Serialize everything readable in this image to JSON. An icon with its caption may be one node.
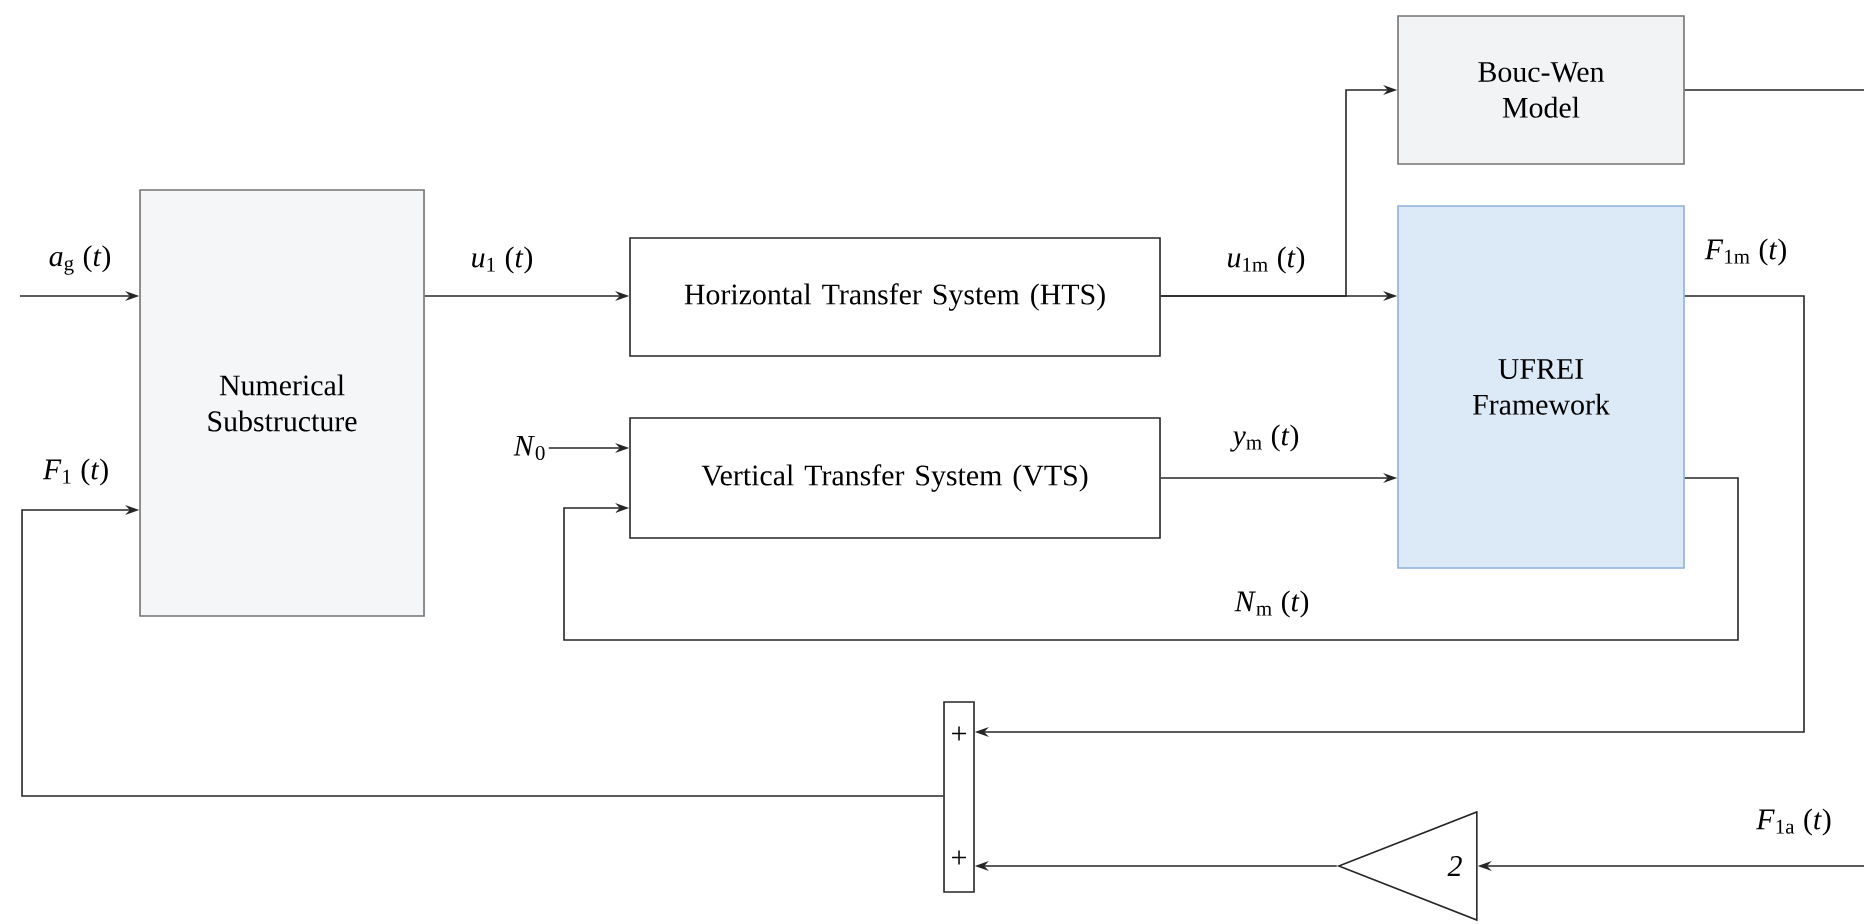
{
  "diagram": {
    "nodes": [
      {
        "text": [
          "Numerical Substructure"
        ]
      },
      {
        "text": [
          "Horizontal Transfer System (HTS)"
        ]
      },
      {
        "text": [
          "Vertical Transfer System (VTS)"
        ]
      },
      {
        "text": [
          "Bouc-Wen Model"
        ]
      },
      {
        "text": [
          "UFREI Framework"
        ]
      },
      {
        "text": [
          "+",
          "+"
        ]
      },
      {
        "text": [
          "2"
        ]
      },
      {
        "text": [
          "*N*$_{0}$"
        ]
      }
    ],
    "edges": [
      {
        "from": null,
        "to": 0,
        "arrow": "to",
        "label": "*a*$_{g}$ (*t*)"
      },
      {
        "from": 0,
        "to": 1,
        "arrow": "to",
        "label": "*u*$_{1}$ (*t*)"
      },
      {
        "from": 1,
        "to": 4,
        "arrow": "to",
        "label": "*u*$_{1m}$ (*t*)"
      },
      {
        "from": 1,
        "to": 3,
        "arrow": "to"
      },
      {
        "from": 3,
        "to": null,
        "arrow": "none"
      },
      {
        "from": 7,
        "to": 2,
        "arrow": "to"
      },
      {
        "from": 2,
        "to": 4,
        "arrow": "to",
        "label": "*y*$_{m}$ (*t*)"
      },
      {
        "from": 4,
        "to": 2,
        "arrow": "to",
        "label": "*N*$_{m}$ (*t*)"
      },
      {
        "from": 4,
        "to": 5,
        "arrow": "to",
        "label": "*F*$_{1m}$ (*t*)"
      },
      {
        "from": null,
        "to": 6,
        "arrow": "to",
        "label": "*F*$_{1a}$ (*t*)"
      },
      {
        "from": 6,
        "to": 5,
        "arrow": "to"
      },
      {
        "from": 5,
        "to": 0,
        "arrow": "to",
        "label": "*F*$_{1}$ (*t*)"
      }
    ]
  }
}
